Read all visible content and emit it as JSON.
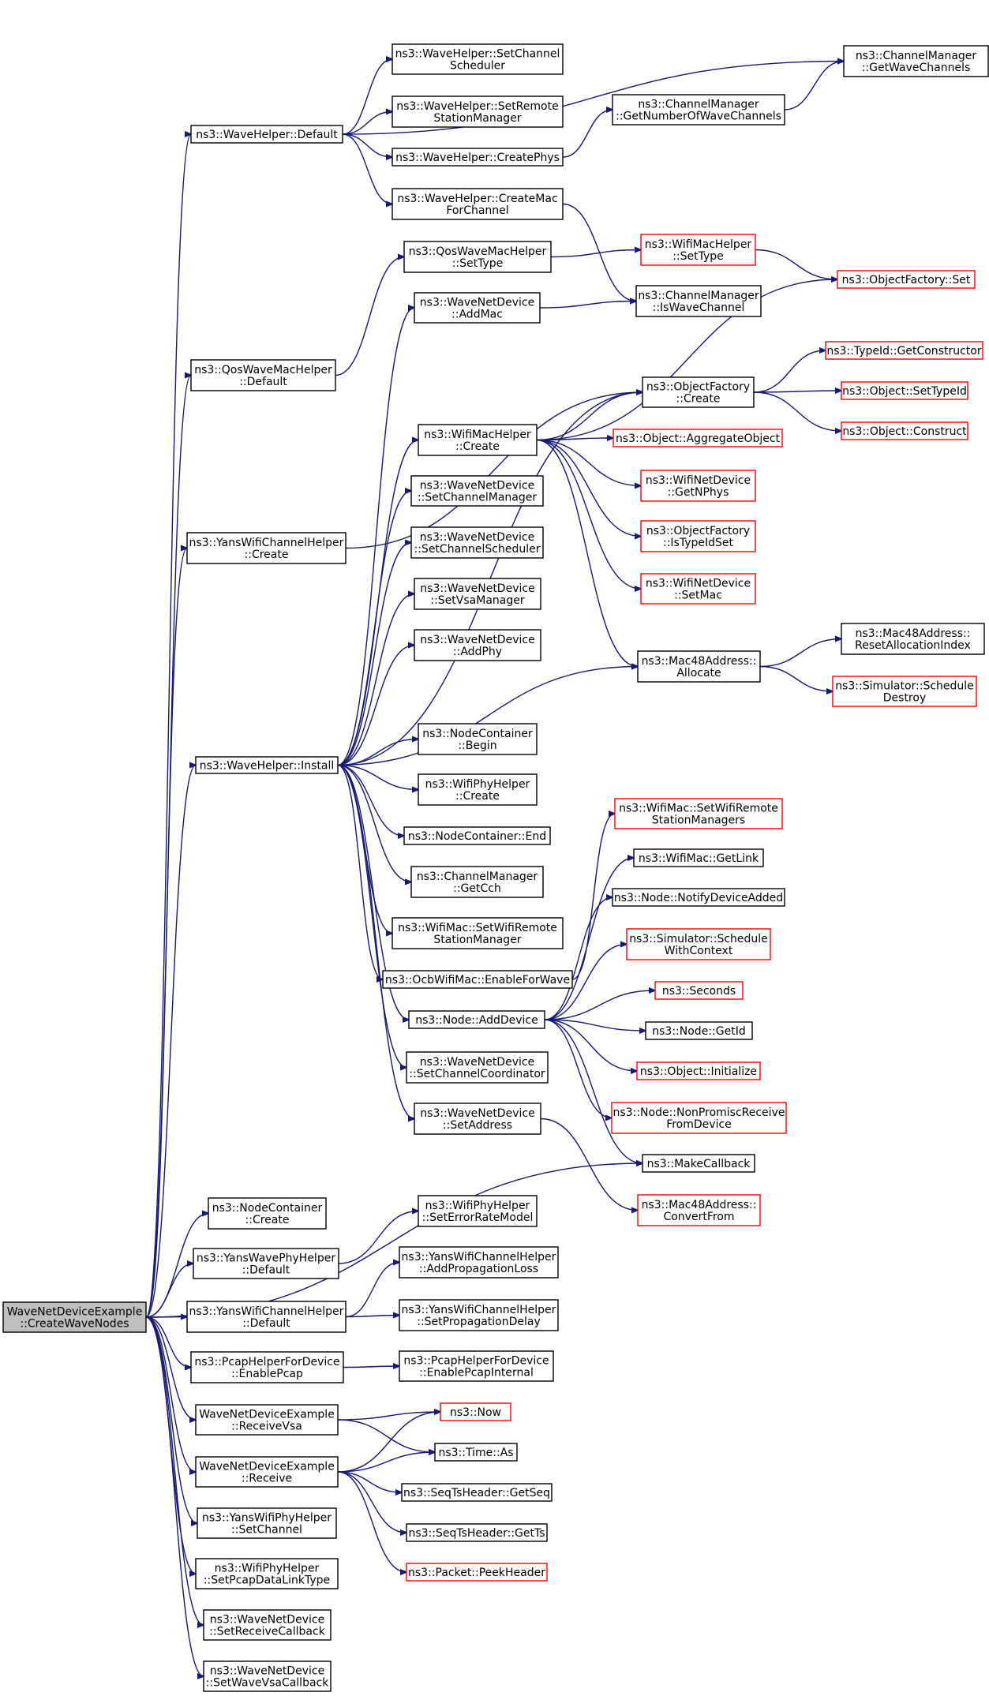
{
  "nodes": [
    {
      "id": "root",
      "lines": [
        "WaveNetDeviceExample",
        "::CreateWaveNodes"
      ],
      "style": "root"
    },
    {
      "id": "wh_default",
      "lines": [
        "ns3::WaveHelper::Default"
      ],
      "style": "normal"
    },
    {
      "id": "qwmh_default",
      "lines": [
        "ns3::QosWaveMacHelper",
        "::Default"
      ],
      "style": "normal"
    },
    {
      "id": "ywch_create",
      "lines": [
        "ns3::YansWifiChannelHelper",
        "::Create"
      ],
      "style": "normal"
    },
    {
      "id": "wh_install",
      "lines": [
        "ns3::WaveHelper::Install"
      ],
      "style": "normal"
    },
    {
      "id": "nc_create",
      "lines": [
        "ns3::NodeContainer",
        "::Create"
      ],
      "style": "normal"
    },
    {
      "id": "ywph_default",
      "lines": [
        "ns3::YansWavePhyHelper",
        "::Default"
      ],
      "style": "normal"
    },
    {
      "id": "ywch_default",
      "lines": [
        "ns3::YansWifiChannelHelper",
        "::Default"
      ],
      "style": "normal"
    },
    {
      "id": "phfd_enable",
      "lines": [
        "ns3::PcapHelperForDevice",
        "::EnablePcap"
      ],
      "style": "normal"
    },
    {
      "id": "wnde_rvsa",
      "lines": [
        "WaveNetDeviceExample",
        "::ReceiveVsa"
      ],
      "style": "normal"
    },
    {
      "id": "wnde_recv",
      "lines": [
        "WaveNetDeviceExample",
        "::Receive"
      ],
      "style": "normal"
    },
    {
      "id": "ywph_setch",
      "lines": [
        "ns3::YansWifiPhyHelper",
        "::SetChannel"
      ],
      "style": "normal"
    },
    {
      "id": "wph_pcapdlt",
      "lines": [
        "ns3::WifiPhyHelper",
        "::SetPcapDataLinkType"
      ],
      "style": "normal"
    },
    {
      "id": "wnd_setrcb",
      "lines": [
        "ns3::WaveNetDevice",
        "::SetReceiveCallback"
      ],
      "style": "normal"
    },
    {
      "id": "wnd_setvcb",
      "lines": [
        "ns3::WaveNetDevice",
        "::SetWaveVsaCallback"
      ],
      "style": "normal"
    },
    {
      "id": "wh_setchs",
      "lines": [
        "ns3::WaveHelper::SetChannel",
        "Scheduler"
      ],
      "style": "normal"
    },
    {
      "id": "wh_setrsm",
      "lines": [
        "ns3::WaveHelper::SetRemote",
        "StationManager"
      ],
      "style": "normal"
    },
    {
      "id": "wh_createphys",
      "lines": [
        "ns3::WaveHelper::CreatePhys"
      ],
      "style": "normal"
    },
    {
      "id": "wh_createmac",
      "lines": [
        "ns3::WaveHelper::CreateMac",
        "ForChannel"
      ],
      "style": "normal"
    },
    {
      "id": "qwmh_settype",
      "lines": [
        "ns3::QosWaveMacHelper",
        "::SetType"
      ],
      "style": "normal"
    },
    {
      "id": "wnd_addmac",
      "lines": [
        "ns3::WaveNetDevice",
        "::AddMac"
      ],
      "style": "normal"
    },
    {
      "id": "wmh_create",
      "lines": [
        "ns3::WifiMacHelper",
        "::Create"
      ],
      "style": "normal"
    },
    {
      "id": "wnd_setcm",
      "lines": [
        "ns3::WaveNetDevice",
        "::SetChannelManager"
      ],
      "style": "normal"
    },
    {
      "id": "wnd_setcs",
      "lines": [
        "ns3::WaveNetDevice",
        "::SetChannelScheduler"
      ],
      "style": "normal"
    },
    {
      "id": "wnd_setvsam",
      "lines": [
        "ns3::WaveNetDevice",
        "::SetVsaManager"
      ],
      "style": "normal"
    },
    {
      "id": "wnd_addphy",
      "lines": [
        "ns3::WaveNetDevice",
        "::AddPhy"
      ],
      "style": "normal"
    },
    {
      "id": "nc_begin",
      "lines": [
        "ns3::NodeContainer",
        "::Begin"
      ],
      "style": "normal"
    },
    {
      "id": "wph_create",
      "lines": [
        "ns3::WifiPhyHelper",
        "::Create"
      ],
      "style": "normal"
    },
    {
      "id": "nc_end",
      "lines": [
        "ns3::NodeContainer::End"
      ],
      "style": "normal"
    },
    {
      "id": "cm_getcch",
      "lines": [
        "ns3::ChannelManager",
        "::GetCch"
      ],
      "style": "normal"
    },
    {
      "id": "wm_setwrsm",
      "lines": [
        "ns3::WifiMac::SetWifiRemote",
        "StationManager"
      ],
      "style": "normal"
    },
    {
      "id": "owm_enable",
      "lines": [
        "ns3::OcbWifiMac::EnableForWave"
      ],
      "style": "normal"
    },
    {
      "id": "node_adddev",
      "lines": [
        "ns3::Node::AddDevice"
      ],
      "style": "normal"
    },
    {
      "id": "wnd_setcc",
      "lines": [
        "ns3::WaveNetDevice",
        "::SetChannelCoordinator"
      ],
      "style": "normal"
    },
    {
      "id": "wnd_setaddr",
      "lines": [
        "ns3::WaveNetDevice",
        "::SetAddress"
      ],
      "style": "normal"
    },
    {
      "id": "wph_seterm",
      "lines": [
        "ns3::WifiPhyHelper",
        "::SetErrorRateModel"
      ],
      "style": "normal"
    },
    {
      "id": "ywch_addpl",
      "lines": [
        "ns3::YansWifiChannelHelper",
        "::AddPropagationLoss"
      ],
      "style": "normal"
    },
    {
      "id": "ywch_setpd",
      "lines": [
        "ns3::YansWifiChannelHelper",
        "::SetPropagationDelay"
      ],
      "style": "normal"
    },
    {
      "id": "phfd_epi",
      "lines": [
        "ns3::PcapHelperForDevice",
        "::EnablePcapInternal"
      ],
      "style": "normal"
    },
    {
      "id": "now",
      "lines": [
        "ns3::Now"
      ],
      "style": "red"
    },
    {
      "id": "time_as",
      "lines": [
        "ns3::Time::As"
      ],
      "style": "normal"
    },
    {
      "id": "sts_getseq",
      "lines": [
        "ns3::SeqTsHeader::GetSeq"
      ],
      "style": "normal"
    },
    {
      "id": "sts_getts",
      "lines": [
        "ns3::SeqTsHeader::GetTs"
      ],
      "style": "normal"
    },
    {
      "id": "pkt_peek",
      "lines": [
        "ns3::Packet::PeekHeader"
      ],
      "style": "red"
    },
    {
      "id": "cm_getnum",
      "lines": [
        "ns3::ChannelManager",
        "::GetNumberOfWaveChannels"
      ],
      "style": "normal"
    },
    {
      "id": "wmh_settype",
      "lines": [
        "ns3::WifiMacHelper",
        "::SetType"
      ],
      "style": "red"
    },
    {
      "id": "cm_iswave",
      "lines": [
        "ns3::ChannelManager",
        "::IsWaveChannel"
      ],
      "style": "normal"
    },
    {
      "id": "of_create",
      "lines": [
        "ns3::ObjectFactory",
        "::Create"
      ],
      "style": "normal"
    },
    {
      "id": "obj_aggr",
      "lines": [
        "ns3::Object::AggregateObject"
      ],
      "style": "red"
    },
    {
      "id": "wnd_getnphys",
      "lines": [
        "ns3::WifiNetDevice",
        "::GetNPhys"
      ],
      "style": "red"
    },
    {
      "id": "of_istypeid",
      "lines": [
        "ns3::ObjectFactory",
        "::IsTypeIdSet"
      ],
      "style": "red"
    },
    {
      "id": "wnd_setmac",
      "lines": [
        "ns3::WifiNetDevice",
        "::SetMac"
      ],
      "style": "red"
    },
    {
      "id": "mac48_alloc",
      "lines": [
        "ns3::Mac48Address::",
        "Allocate"
      ],
      "style": "normal"
    },
    {
      "id": "wm_setwrsms",
      "lines": [
        "ns3::WifiMac::SetWifiRemote",
        "StationManagers"
      ],
      "style": "red"
    },
    {
      "id": "wm_getlink",
      "lines": [
        "ns3::WifiMac::GetLink"
      ],
      "style": "normal"
    },
    {
      "id": "node_nda",
      "lines": [
        "ns3::Node::NotifyDeviceAdded"
      ],
      "style": "normal"
    },
    {
      "id": "sim_swc",
      "lines": [
        "ns3::Simulator::Schedule",
        "WithContext"
      ],
      "style": "red"
    },
    {
      "id": "seconds",
      "lines": [
        "ns3::Seconds"
      ],
      "style": "red"
    },
    {
      "id": "node_getid",
      "lines": [
        "ns3::Node::GetId"
      ],
      "style": "normal"
    },
    {
      "id": "obj_init",
      "lines": [
        "ns3::Object::Initialize"
      ],
      "style": "red"
    },
    {
      "id": "node_npr",
      "lines": [
        "ns3::Node::NonPromiscReceive",
        "FromDevice"
      ],
      "style": "red"
    },
    {
      "id": "makecb",
      "lines": [
        "ns3::MakeCallback"
      ],
      "style": "normal"
    },
    {
      "id": "mac48_conv",
      "lines": [
        "ns3::Mac48Address::",
        "ConvertFrom"
      ],
      "style": "red"
    },
    {
      "id": "cm_getwc",
      "lines": [
        "ns3::ChannelManager",
        "::GetWaveChannels"
      ],
      "style": "normal"
    },
    {
      "id": "of_set",
      "lines": [
        "ns3::ObjectFactory::Set"
      ],
      "style": "red"
    },
    {
      "id": "tid_getctor",
      "lines": [
        "ns3::TypeId::GetConstructor"
      ],
      "style": "red"
    },
    {
      "id": "obj_settid",
      "lines": [
        "ns3::Object::SetTypeId"
      ],
      "style": "red"
    },
    {
      "id": "obj_construct",
      "lines": [
        "ns3::Object::Construct"
      ],
      "style": "red"
    },
    {
      "id": "mac48_reset",
      "lines": [
        "ns3::Mac48Address::",
        "ResetAllocationIndex"
      ],
      "style": "normal"
    },
    {
      "id": "sim_sd",
      "lines": [
        "ns3::Simulator::Schedule",
        "Destroy"
      ],
      "style": "red"
    }
  ],
  "edges": [
    {
      "from": "root",
      "to": "wh_default"
    },
    {
      "from": "root",
      "to": "qwmh_default"
    },
    {
      "from": "root",
      "to": "ywch_create"
    },
    {
      "from": "root",
      "to": "wh_install"
    },
    {
      "from": "root",
      "to": "makecb"
    },
    {
      "from": "root",
      "to": "nc_create"
    },
    {
      "from": "root",
      "to": "ywph_default"
    },
    {
      "from": "root",
      "to": "ywch_default"
    },
    {
      "from": "root",
      "to": "phfd_enable"
    },
    {
      "from": "root",
      "to": "wnde_rvsa"
    },
    {
      "from": "root",
      "to": "wnde_recv"
    },
    {
      "from": "root",
      "to": "ywph_setch"
    },
    {
      "from": "root",
      "to": "wph_pcapdlt"
    },
    {
      "from": "root",
      "to": "wnd_setrcb"
    },
    {
      "from": "root",
      "to": "wnd_setvcb"
    },
    {
      "from": "wh_default",
      "to": "wh_setchs"
    },
    {
      "from": "wh_default",
      "to": "wh_setrsm"
    },
    {
      "from": "wh_default",
      "to": "wh_createphys"
    },
    {
      "from": "wh_default",
      "to": "wh_createmac"
    },
    {
      "from": "wh_default",
      "to": "cm_getwc"
    },
    {
      "from": "wh_createphys",
      "to": "cm_getnum"
    },
    {
      "from": "cm_getnum",
      "to": "cm_getwc"
    },
    {
      "from": "wh_createmac",
      "to": "cm_iswave"
    },
    {
      "from": "qwmh_default",
      "to": "qwmh_settype"
    },
    {
      "from": "qwmh_settype",
      "to": "wmh_settype"
    },
    {
      "from": "wmh_settype",
      "to": "of_set"
    },
    {
      "from": "ywch_create",
      "to": "of_create"
    },
    {
      "from": "wnd_addmac",
      "to": "cm_iswave"
    },
    {
      "from": "wh_install",
      "to": "wnd_addmac"
    },
    {
      "from": "wh_install",
      "to": "of_create"
    },
    {
      "from": "wh_install",
      "to": "wmh_create"
    },
    {
      "from": "wh_install",
      "to": "wnd_setcm"
    },
    {
      "from": "wh_install",
      "to": "wnd_setcs"
    },
    {
      "from": "wh_install",
      "to": "wnd_setvsam"
    },
    {
      "from": "wh_install",
      "to": "wnd_addphy"
    },
    {
      "from": "wh_install",
      "to": "mac48_alloc"
    },
    {
      "from": "wh_install",
      "to": "nc_begin"
    },
    {
      "from": "wh_install",
      "to": "wph_create"
    },
    {
      "from": "wh_install",
      "to": "nc_end"
    },
    {
      "from": "wh_install",
      "to": "cm_getcch"
    },
    {
      "from": "wh_install",
      "to": "wm_setwrsm"
    },
    {
      "from": "wh_install",
      "to": "owm_enable"
    },
    {
      "from": "wh_install",
      "to": "node_adddev"
    },
    {
      "from": "wh_install",
      "to": "wnd_setcc"
    },
    {
      "from": "wh_install",
      "to": "wnd_setaddr"
    },
    {
      "from": "wmh_create",
      "to": "of_set"
    },
    {
      "from": "wmh_create",
      "to": "of_create"
    },
    {
      "from": "wmh_create",
      "to": "obj_aggr"
    },
    {
      "from": "wmh_create",
      "to": "wnd_getnphys"
    },
    {
      "from": "wmh_create",
      "to": "of_istypeid"
    },
    {
      "from": "wmh_create",
      "to": "wnd_setmac"
    },
    {
      "from": "wmh_create",
      "to": "mac48_alloc"
    },
    {
      "from": "of_create",
      "to": "tid_getctor"
    },
    {
      "from": "of_create",
      "to": "obj_settid"
    },
    {
      "from": "of_create",
      "to": "obj_construct"
    },
    {
      "from": "mac48_alloc",
      "to": "mac48_reset"
    },
    {
      "from": "mac48_alloc",
      "to": "sim_sd"
    },
    {
      "from": "owm_enable",
      "to": "wm_setwrsms"
    },
    {
      "from": "node_adddev",
      "to": "wm_getlink"
    },
    {
      "from": "node_adddev",
      "to": "node_nda"
    },
    {
      "from": "node_adddev",
      "to": "sim_swc"
    },
    {
      "from": "node_adddev",
      "to": "seconds"
    },
    {
      "from": "node_adddev",
      "to": "node_getid"
    },
    {
      "from": "node_adddev",
      "to": "obj_init"
    },
    {
      "from": "node_adddev",
      "to": "node_npr"
    },
    {
      "from": "node_adddev",
      "to": "makecb"
    },
    {
      "from": "wnd_setaddr",
      "to": "mac48_conv"
    },
    {
      "from": "ywph_default",
      "to": "wph_seterm"
    },
    {
      "from": "ywch_default",
      "to": "ywch_addpl"
    },
    {
      "from": "ywch_default",
      "to": "ywch_setpd"
    },
    {
      "from": "phfd_enable",
      "to": "phfd_epi"
    },
    {
      "from": "wnde_rvsa",
      "to": "now"
    },
    {
      "from": "wnde_rvsa",
      "to": "time_as"
    },
    {
      "from": "wnde_recv",
      "to": "now"
    },
    {
      "from": "wnde_recv",
      "to": "time_as"
    },
    {
      "from": "wnde_recv",
      "to": "sts_getseq"
    },
    {
      "from": "wnde_recv",
      "to": "sts_getts"
    },
    {
      "from": "wnde_recv",
      "to": "pkt_peek"
    }
  ]
}
